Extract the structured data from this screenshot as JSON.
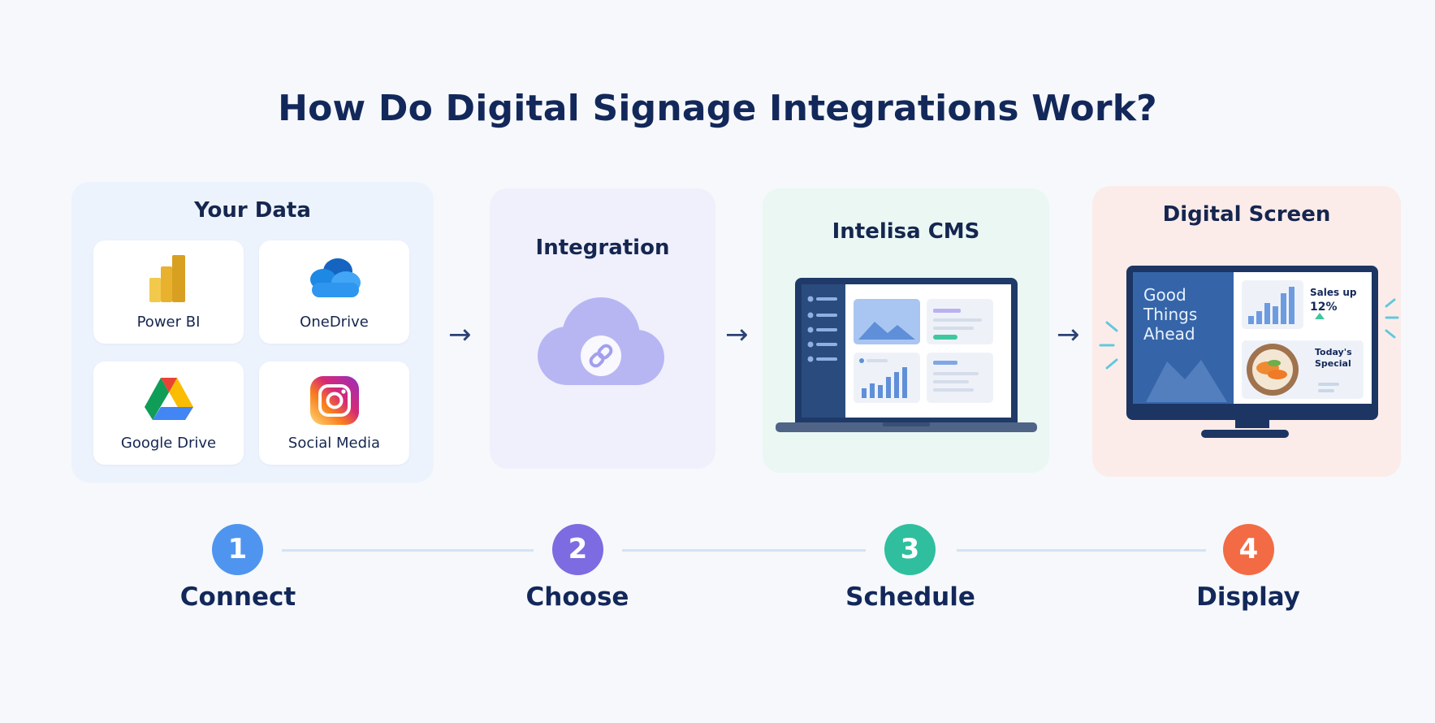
{
  "title": "How Do Digital Signage Integrations Work?",
  "colors": {
    "step1": "#4f95ef",
    "step2": "#7d6be2",
    "step3": "#2fbf9e",
    "step4": "#f26b45"
  },
  "panels": {
    "data": {
      "title": "Your Data",
      "sources": [
        {
          "label": "Power BI",
          "icon": "power-bi-icon"
        },
        {
          "label": "OneDrive",
          "icon": "onedrive-icon"
        },
        {
          "label": "Google Drive",
          "icon": "google-drive-icon"
        },
        {
          "label": "Social Media",
          "icon": "instagram-icon"
        }
      ]
    },
    "integration": {
      "title": "Integration",
      "icon": "cloud-link-icon"
    },
    "cms": {
      "title": "Intelisa CMS",
      "icon": "laptop-dashboard-icon"
    },
    "screen": {
      "title": "Digital Screen",
      "promo_text": "Good Things Ahead",
      "promo_line1": "Good",
      "promo_line2": "Things",
      "promo_line3": "Ahead",
      "sales_line1": "Sales up",
      "sales_line2": "12%",
      "special_line1": "Today's",
      "special_line2": "Special"
    }
  },
  "steps": [
    {
      "number": "1",
      "label": "Connect"
    },
    {
      "number": "2",
      "label": "Choose"
    },
    {
      "number": "3",
      "label": "Schedule"
    },
    {
      "number": "4",
      "label": "Display"
    }
  ]
}
